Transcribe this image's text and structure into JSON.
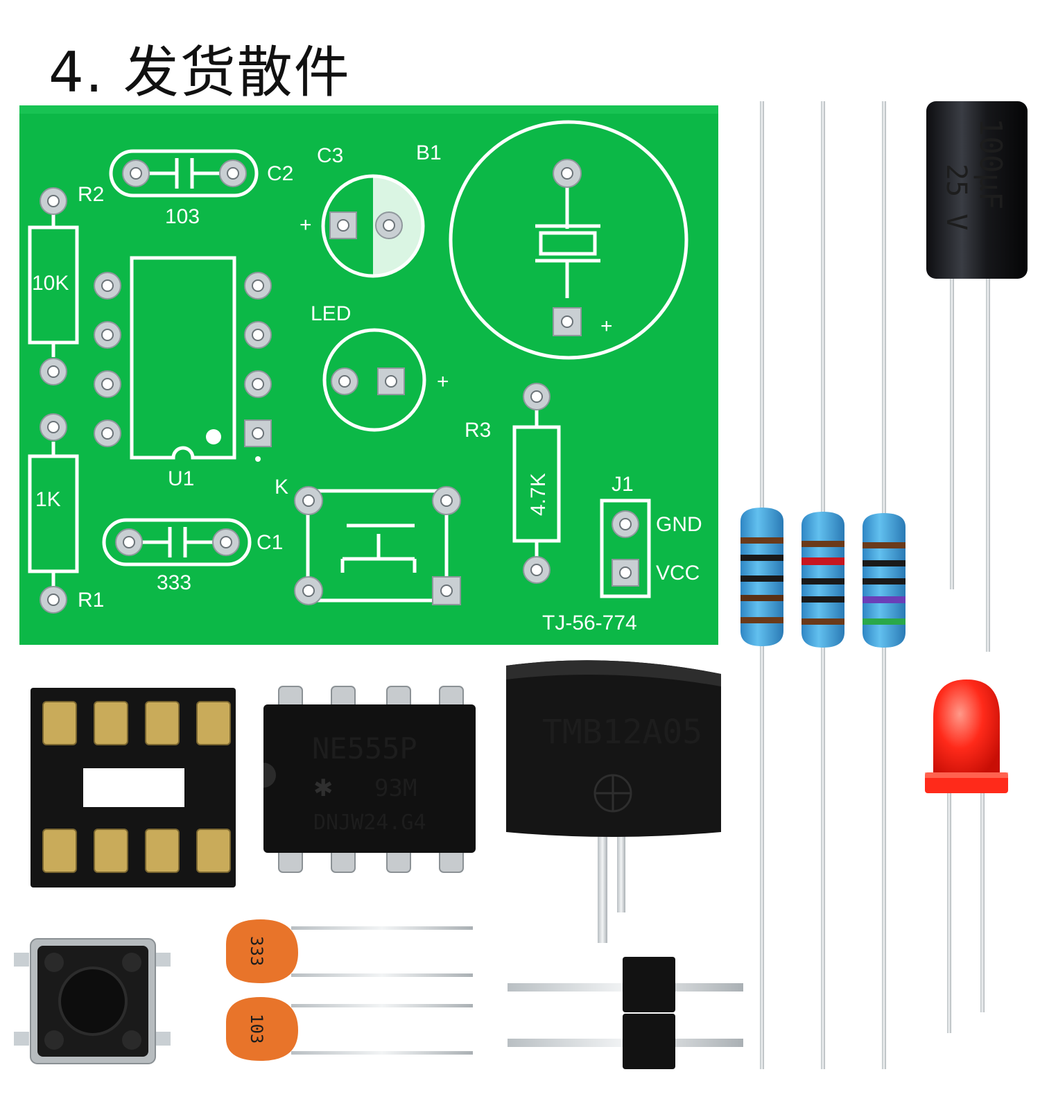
{
  "title": "4. 发货散件",
  "pcb": {
    "labels": {
      "r2": "R2",
      "c2": "C2",
      "c2_value": "103",
      "c3": "C3",
      "b1": "B1",
      "r2_value": "10K",
      "led": "LED",
      "plus": "+",
      "r3": "R3",
      "u1": "U1",
      "r1_value": "1K",
      "k": "K",
      "j1": "J1",
      "gnd": "GND",
      "vcc": "VCC",
      "r3_value": "4.7K",
      "c1": "C1",
      "c1_value": "333",
      "r1": "R1",
      "board_id": "TJ-56-774"
    }
  },
  "components": {
    "capacitor_electrolytic": {
      "line1": "100μF",
      "line2": "25 V"
    },
    "ic": {
      "line1": "NE555P",
      "line2": "93M",
      "line3": "DNJW24.G4"
    },
    "buzzer": "TMB12A05",
    "ceramic_top": "333",
    "ceramic_bottom": "103"
  },
  "colors": {
    "pcb_green": "#0cb847",
    "led_red": "#ff2a1a",
    "resistor_blue": "#3da7e0",
    "ceramic_orange": "#e8742a"
  }
}
